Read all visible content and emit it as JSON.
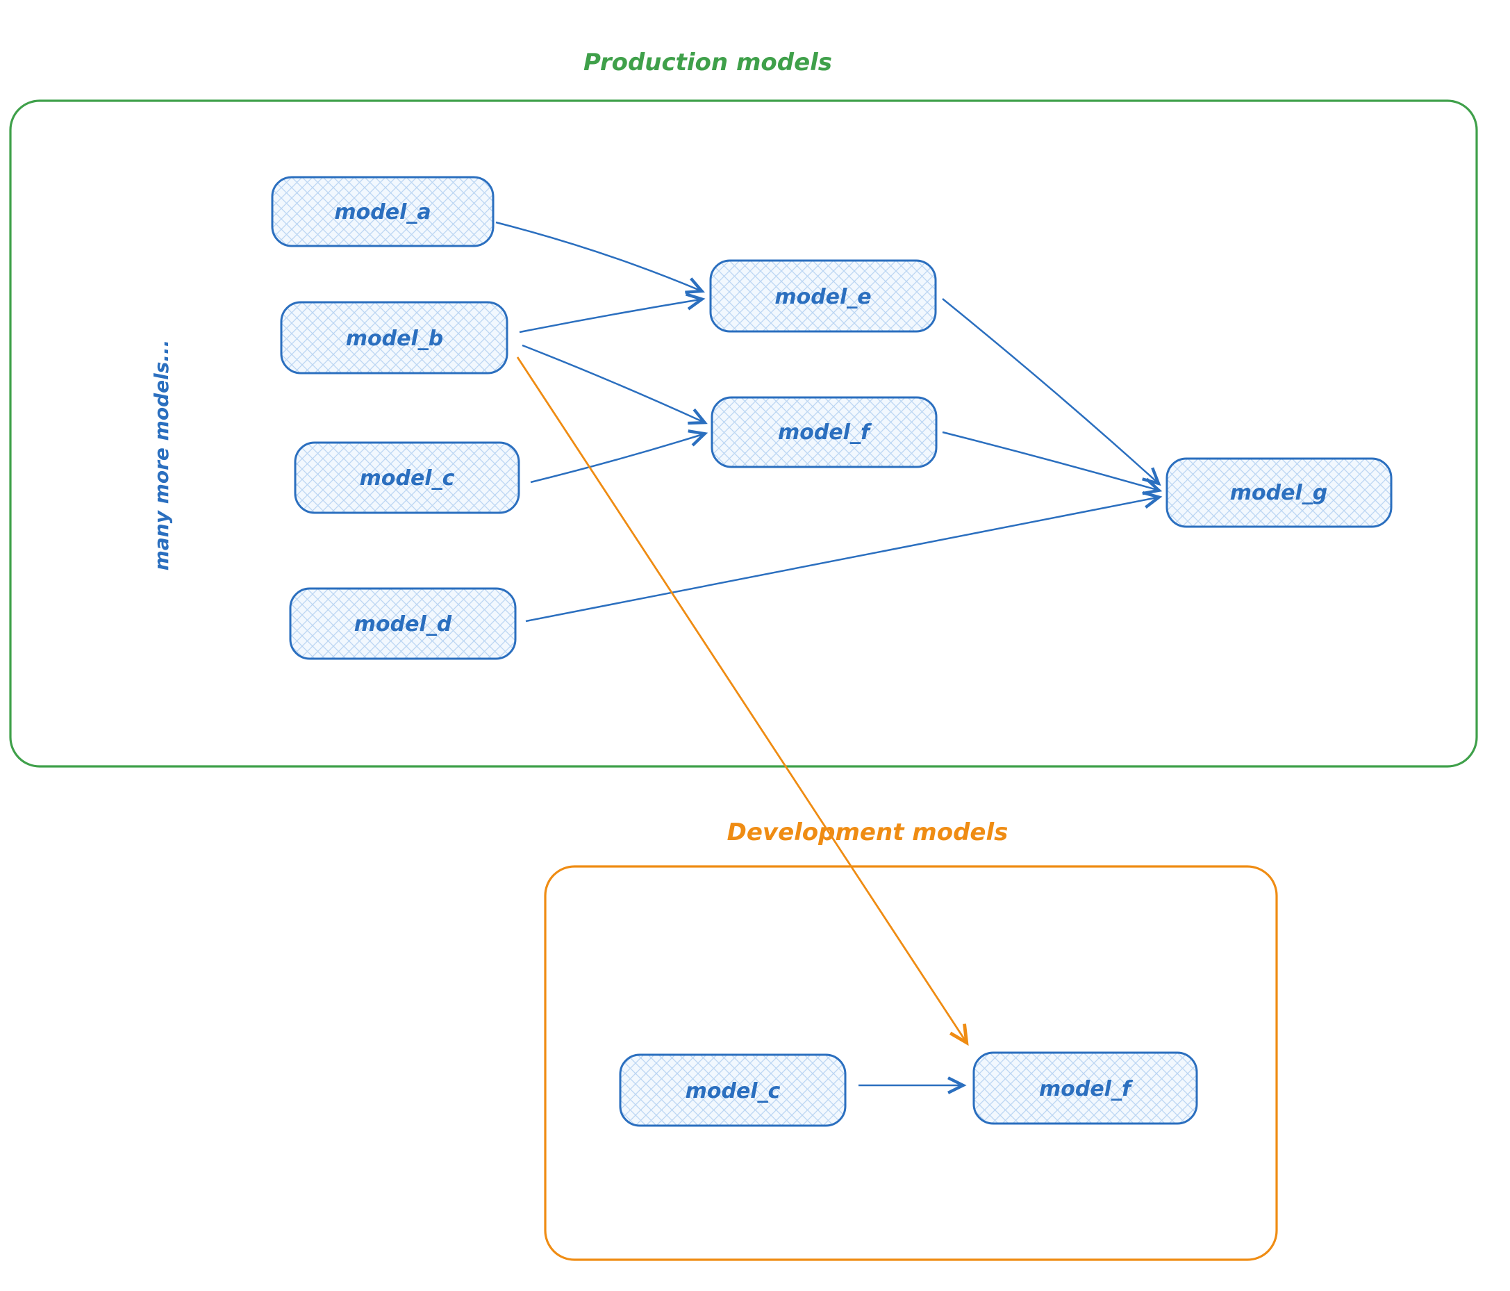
{
  "diagram": {
    "production": {
      "title": "Production models",
      "note": "many more models...",
      "nodes": {
        "a": {
          "label": "model_a"
        },
        "b": {
          "label": "model_b"
        },
        "c": {
          "label": "model_c"
        },
        "d": {
          "label": "model_d"
        },
        "e": {
          "label": "model_e"
        },
        "f": {
          "label": "model_f"
        },
        "g": {
          "label": "model_g"
        }
      }
    },
    "development": {
      "title": "Development models",
      "nodes": {
        "c": {
          "label": "model_c"
        },
        "f": {
          "label": "model_f"
        }
      }
    },
    "edges": [
      {
        "from": "production.model_a",
        "to": "production.model_e",
        "color": "blue"
      },
      {
        "from": "production.model_b",
        "to": "production.model_e",
        "color": "blue"
      },
      {
        "from": "production.model_b",
        "to": "production.model_f",
        "color": "blue"
      },
      {
        "from": "production.model_c",
        "to": "production.model_f",
        "color": "blue"
      },
      {
        "from": "production.model_e",
        "to": "production.model_g",
        "color": "blue"
      },
      {
        "from": "production.model_f",
        "to": "production.model_g",
        "color": "blue"
      },
      {
        "from": "production.model_d",
        "to": "production.model_g",
        "color": "blue"
      },
      {
        "from": "production.model_b",
        "to": "development.model_f",
        "color": "orange"
      },
      {
        "from": "development.model_c",
        "to": "development.model_f",
        "color": "blue"
      }
    ],
    "colors": {
      "node_stroke_blue": "#2b6fbf",
      "node_hatch_blue": "#bcd6f3",
      "production_green": "#3fa04a",
      "development_orange": "#ef8c13"
    }
  }
}
